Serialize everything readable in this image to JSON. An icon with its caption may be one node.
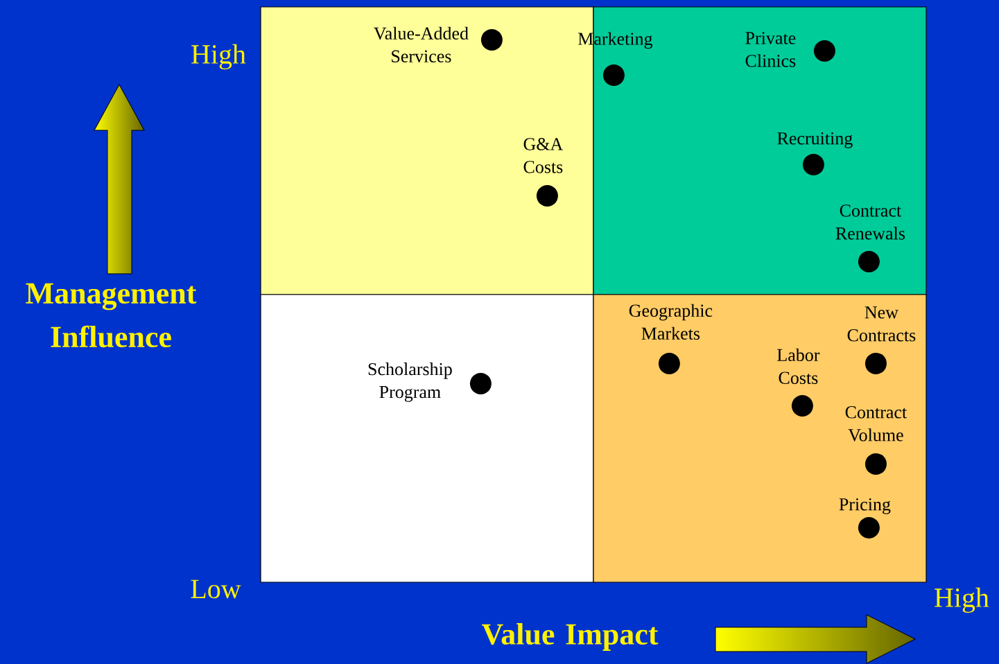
{
  "diagram": {
    "nodes": [
      {
        "text": [],
        "shape": "box"
      },
      {
        "text": [],
        "shape": "box"
      },
      {
        "text": [],
        "shape": "box"
      },
      {
        "text": [],
        "shape": "box"
      },
      {
        "text": [],
        "shape": "circle",
        "beside": [
          "Value-Added Services"
        ],
        "in": 0
      },
      {
        "text": [],
        "shape": "circle",
        "beside": [
          "Marketing"
        ],
        "in": 1
      },
      {
        "text": [],
        "shape": "circle",
        "beside": [
          "Private Clinics"
        ],
        "in": 1
      },
      {
        "text": [],
        "shape": "circle",
        "beside": [
          "G&A Costs"
        ],
        "in": 0
      },
      {
        "text": [],
        "shape": "circle",
        "beside": [
          "Recruiting"
        ],
        "in": 1
      },
      {
        "text": [],
        "shape": "circle",
        "beside": [
          "Contract Renewals"
        ],
        "in": 1
      },
      {
        "text": [],
        "shape": "circle",
        "beside": [
          "Geographic Markets"
        ],
        "in": 3
      },
      {
        "text": [],
        "shape": "circle",
        "beside": [
          "New Contracts"
        ],
        "in": 3
      },
      {
        "text": [],
        "shape": "circle",
        "beside": [
          "Labor Costs"
        ],
        "in": 3
      },
      {
        "text": [],
        "shape": "circle",
        "beside": [
          "Scholarship Program"
        ],
        "in": 2
      },
      {
        "text": [],
        "shape": "circle",
        "beside": [
          "Contract Volume"
        ],
        "in": 3
      },
      {
        "text": [],
        "shape": "circle",
        "beside": [
          "Pricing"
        ],
        "in": 3
      }
    ],
    "labels": [
      "High",
      "Management Influence",
      "Low",
      "High",
      "Value Impact"
    ]
  }
}
